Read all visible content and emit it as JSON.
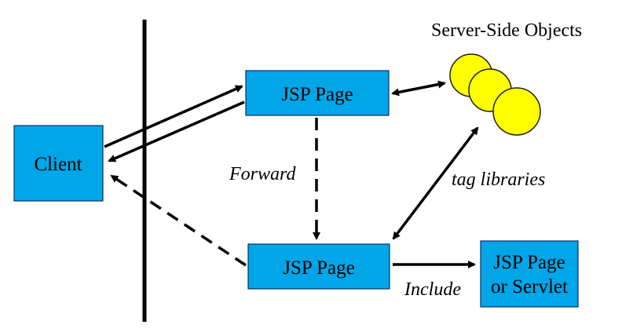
{
  "diagram": {
    "title": "Server-Side Objects",
    "nodes": {
      "client": "Client",
      "jsp_top": "JSP Page",
      "jsp_bottom": "JSP Page",
      "include_target_line1": "JSP Page",
      "include_target_line2": "or Servlet"
    },
    "edge_labels": {
      "forward": "Forward",
      "tag_libraries": "tag libraries",
      "include": "Include"
    },
    "colors": {
      "box_fill": "#00a6e8",
      "object_fill": "#ffff00",
      "line": "#000000"
    }
  }
}
